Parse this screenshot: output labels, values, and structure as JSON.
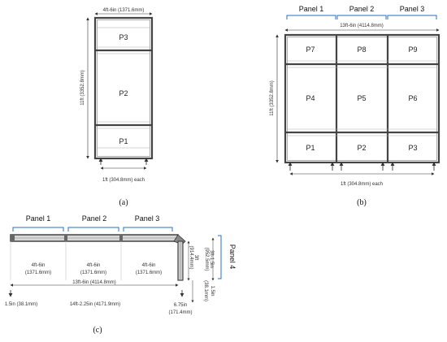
{
  "a": {
    "caption": "(a)",
    "width_dim": "4ft-6in (1371.6mm)",
    "height_dim": "11ft (3352.8mm)",
    "panels": [
      "P3",
      "P2",
      "P1"
    ],
    "spacing_dim": "1ft (304.8mm) each"
  },
  "b": {
    "caption": "(b)",
    "group_labels": [
      "Panel 1",
      "Panel 2",
      "Panel 3"
    ],
    "width_dim": "13ft-6in (4114.8mm)",
    "height_dim": "11ft (3352.8mm)",
    "panels_top": [
      "P7",
      "P8",
      "P9"
    ],
    "panels_mid": [
      "P4",
      "P5",
      "P6"
    ],
    "panels_bot": [
      "P1",
      "P2",
      "P3"
    ],
    "spacing_dim": "1ft (304.8mm) each"
  },
  "c": {
    "caption": "(c)",
    "group_labels": [
      "Panel 1",
      "Panel 2",
      "Panel 3"
    ],
    "panel4_label": "Panel 4",
    "segment_width": "4ft-6in",
    "segment_width_mm": "(1371.6mm)",
    "total_dim": "13ft-6in (4114.8mm)",
    "overall_dim": "14ft-2.25in (4171.9mm)",
    "left_offset": "1.5in (38.1mm)",
    "right_offset": "6.75in",
    "right_offset_mm": "(171.4mm)",
    "p4_inner": "3ft",
    "p4_inner_mm": "(914.4mm)",
    "p4_outer": "3ft-1.5in",
    "p4_outer_mm": "(952.5mm)",
    "p4_end": "1.5in",
    "p4_end_mm": "(38.1mm)"
  }
}
